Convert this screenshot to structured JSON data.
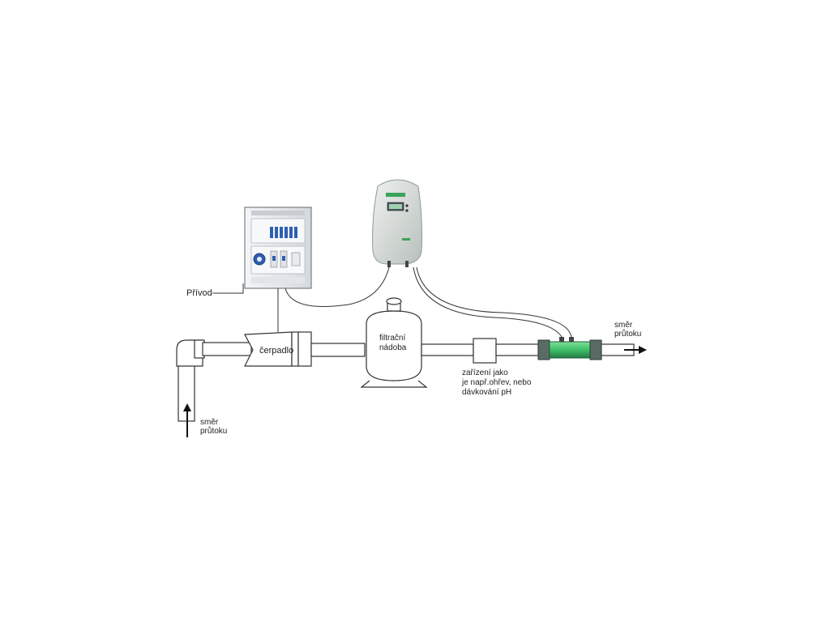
{
  "labels": {
    "supply": "Přívod",
    "pump": "čerpadlo",
    "filter_line1": "filtrační",
    "filter_line2": "nádoba",
    "device_line1": "zařízení jako",
    "device_line2": "je např.ohřev, nebo",
    "device_line3": "dávkování pH",
    "flow_in_line1": "směr",
    "flow_in_line2": "průtoku",
    "flow_out_line1": "směr",
    "flow_out_line2": "průtoku"
  },
  "colors": {
    "pipe_stroke": "#333333",
    "pipe_fill": "#ffffff",
    "cabinet_body": "#e9ecef",
    "breaker_blue": "#2f5fb3",
    "controller_body": "#d7dcda",
    "controller_accent": "#3aa35a",
    "cell_green": "#3fbf66",
    "cell_dark": "#2f6a4c"
  },
  "icons": {
    "flow_arrow_in": "arrow-up-icon",
    "flow_arrow_out": "arrow-right-icon"
  }
}
